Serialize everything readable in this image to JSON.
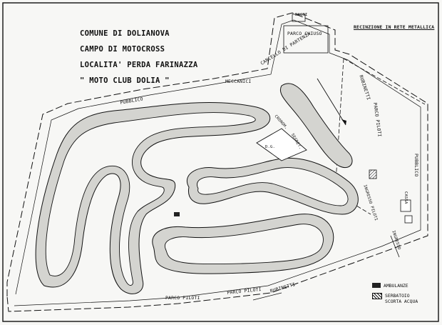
{
  "title": {
    "line1": "COMUNE DI DOLIANOVA",
    "line2": "CAMPO DI MOTOCROSS",
    "line3": "LOCALITA' PERDA FARINAZZA",
    "line4": "\" MOTO CLUB DOLIA \""
  },
  "labels": {
    "bagni": "BAGNI",
    "parco_chiuso": "PARCO CHIUSO",
    "recinzione": "RECINZIONE IN RETE METALLICA",
    "cancello": "CANCELLO DI PARTENZA",
    "meccanici": "MECCANICI",
    "pubblico_left": "PUBBLICO",
    "pubblico_right": "PUBBLICO",
    "rubinetti_top": "RUBINETTI",
    "rubinetti_bottom": "RUBINETTI",
    "parco_piloti_right": "PARCO PILOTI",
    "parco_piloti_bottom_left": "PARCO PILOTI",
    "parco_piloti_bottom_mid": "PARCO PILOTI",
    "cronom": "CRONOM.",
    "dg": "D.G.",
    "segret": "SEGRET.",
    "ingresso": "INGRESSO",
    "ingresso_piloti": "INGRESSO PILOTI",
    "cassa": "CASSA"
  },
  "legend": {
    "ambulanze": "AMBULANZE",
    "serbatoio_line1": "SERBATOIO",
    "serbatoio_line2": "SCORTA ACQUA"
  },
  "colors": {
    "ink": "#111111",
    "track_fill": "#d4d4d0",
    "paper": "#f7f7f5"
  }
}
